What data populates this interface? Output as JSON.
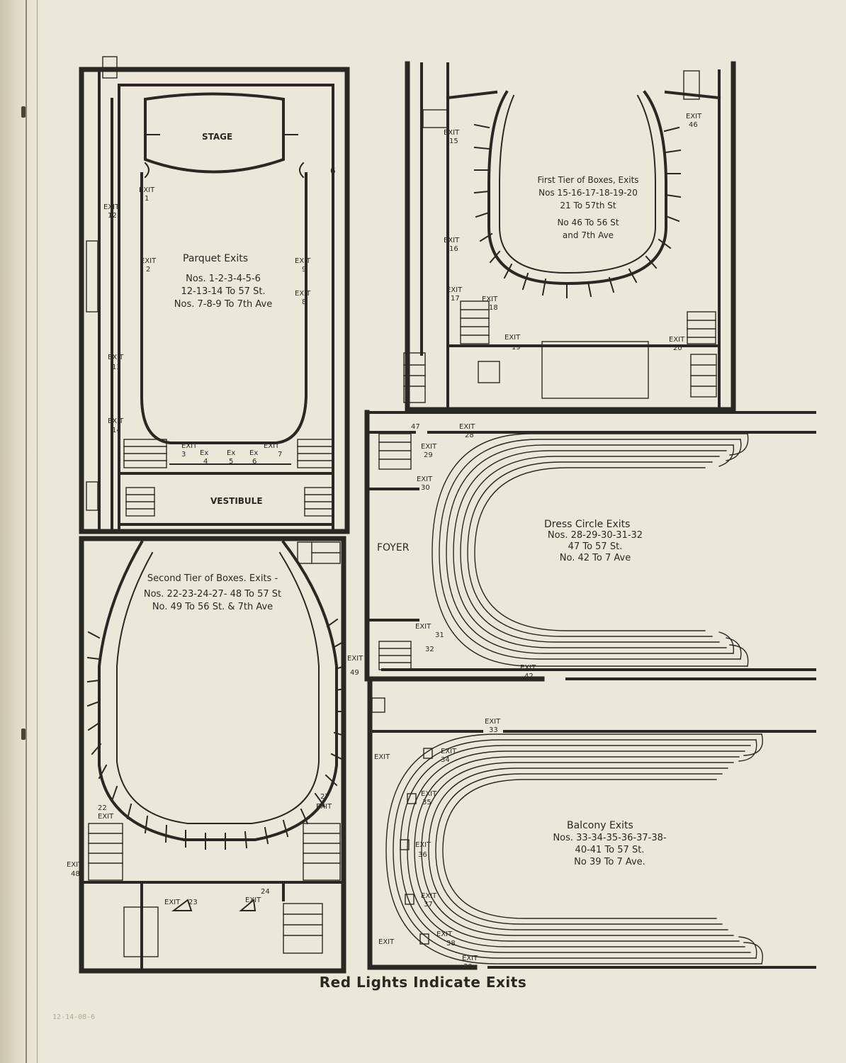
{
  "parquet": {
    "stage_label": "STAGE",
    "vestibule_label": "VESTIBULE",
    "title": "Parquet Exits",
    "line1": "Nos. 1-2-3-4-5-6",
    "line2": "12-13-14 To 57 St.",
    "line3": "Nos. 7-8-9 To 7th Ave",
    "exit_word": "EXIT",
    "ex_word": "Ex",
    "exits": [
      "1",
      "2",
      "3",
      "4",
      "5",
      "6",
      "7",
      "8",
      "9",
      "12",
      "13",
      "14"
    ],
    "corner_num": "6"
  },
  "first_tier": {
    "title": "First Tier of Boxes, Exits",
    "line1": "Nos 15-16-17-18-19-20",
    "line2": "21 To 57th St",
    "line3": "No 46 To 56 St",
    "line4": "and 7th Ave",
    "exit_word": "EXIT",
    "exits": [
      "15",
      "16",
      "17",
      "18",
      "19",
      "20",
      "46"
    ]
  },
  "dress_circle": {
    "foyer_label": "FOYER",
    "title": "Dress Circle Exits",
    "line1": "Nos. 28-29-30-31-32",
    "line2": "47 To 57 St.",
    "line3": "No. 42 To 7 Ave",
    "exit_word": "EXIT",
    "exits": [
      "28",
      "29",
      "30",
      "31",
      "32",
      "42",
      "47"
    ]
  },
  "second_tier": {
    "title": "Second Tier of Boxes. Exits -",
    "line1": "Nos. 22-23-24-27- 48 To 57 St",
    "line2": "No. 49 To 56 St. & 7th Ave",
    "exit_word": "EXIT",
    "exits": [
      "22",
      "23",
      "24",
      "27",
      "48",
      "49"
    ]
  },
  "balcony": {
    "title": "Balcony Exits",
    "line1": "Nos. 33-34-35-36-37-38-",
    "line2": "40-41 To 57 St.",
    "line3": "No 39 To 7 Ave.",
    "exit_word": "EXIT",
    "exits": [
      "33",
      "34",
      "35",
      "36",
      "37",
      "38",
      "39"
    ]
  },
  "footer": "Red Lights Indicate Exits",
  "stamp": "12-14-08-6",
  "colors": {
    "ink": "#2a2824",
    "paper": "#ece8d9"
  }
}
